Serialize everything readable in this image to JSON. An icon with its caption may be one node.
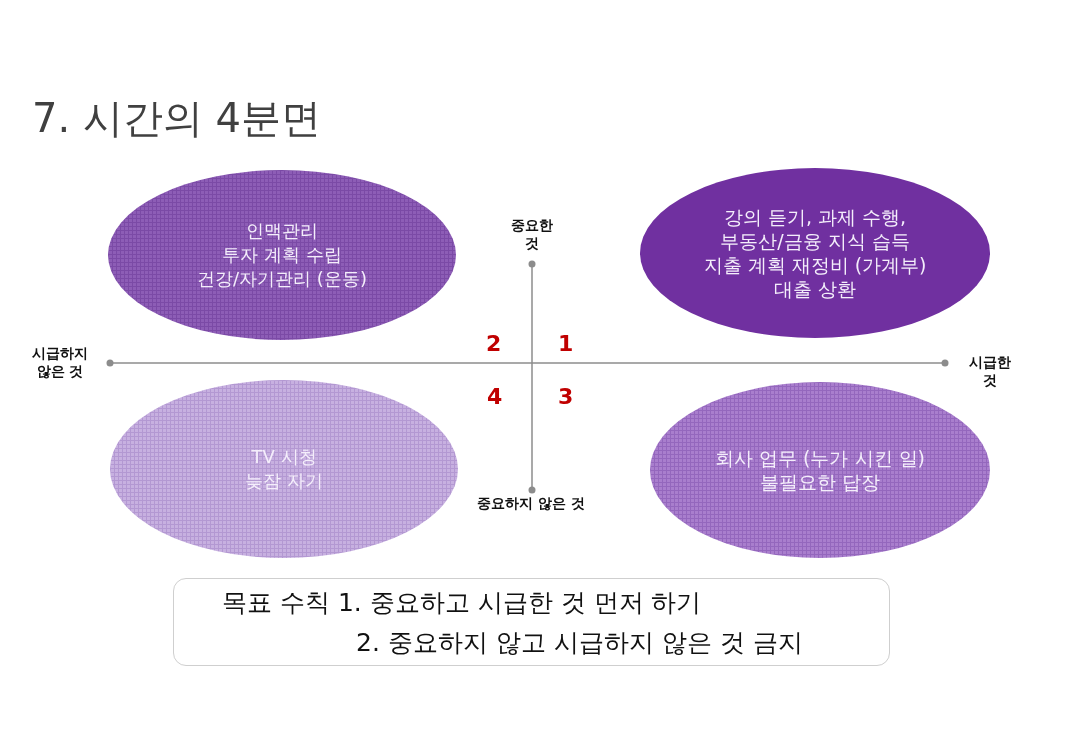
{
  "diagram": {
    "title": "7. 시간의 4분면",
    "nodes": [
      {
        "text": [
          "인맥관리",
          "투자 계획 수립",
          "건강/자기관리 (운동)"
        ]
      },
      {
        "text": [
          "강의 듣기, 과제 수행,",
          "부동산/금융 지식 습득",
          "지출 계획 재정비 (가계부)",
          "대출 상환"
        ]
      },
      {
        "text": [
          "TV 시청",
          "늦잠 자기"
        ]
      },
      {
        "text": [
          "회사 업무 (누가 시킨 일)",
          "불필요한 답장"
        ]
      },
      {
        "text": [
          "목표 수칙 1. 중요하고 시급한 것 먼저 하기",
          "2. 중요하지 않고 시급하지 않은 것 금지"
        ]
      }
    ],
    "labels": [
      "중요한 것",
      "시급하지 않은 것",
      "2",
      "1",
      "시급한 것",
      "4",
      "3",
      "중요하지 않은 것"
    ]
  }
}
